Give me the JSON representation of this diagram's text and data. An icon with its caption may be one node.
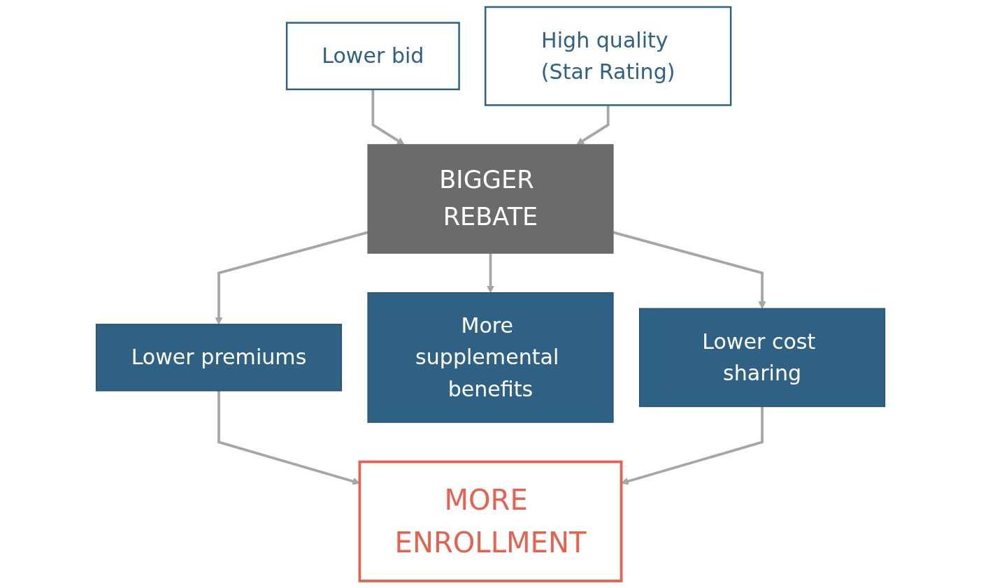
{
  "diagram": {
    "nodes": [
      {
        "text": [
          "Lower bid"
        ]
      },
      {
        "text": [
          "High quality (Star Rating)"
        ]
      },
      {
        "text": [
          "BIGGER REBATE"
        ]
      },
      {
        "text": [
          "Lower premiums"
        ]
      },
      {
        "text": [
          "More supplemental benefits"
        ]
      },
      {
        "text": [
          "Lower cost sharing"
        ]
      },
      {
        "text": [
          "MORE ENROLLMENT"
        ]
      }
    ],
    "edges": [
      {
        "from": 0,
        "to": 2,
        "arrow": "to"
      },
      {
        "from": 1,
        "to": 2,
        "arrow": "to"
      },
      {
        "from": 2,
        "to": 3,
        "arrow": "to"
      },
      {
        "from": 2,
        "to": 4,
        "arrow": "to"
      },
      {
        "from": 2,
        "to": 5,
        "arrow": "to"
      },
      {
        "from": 3,
        "to": 6,
        "arrow": "to"
      },
      {
        "from": 5,
        "to": 6,
        "arrow": "to"
      }
    ]
  }
}
